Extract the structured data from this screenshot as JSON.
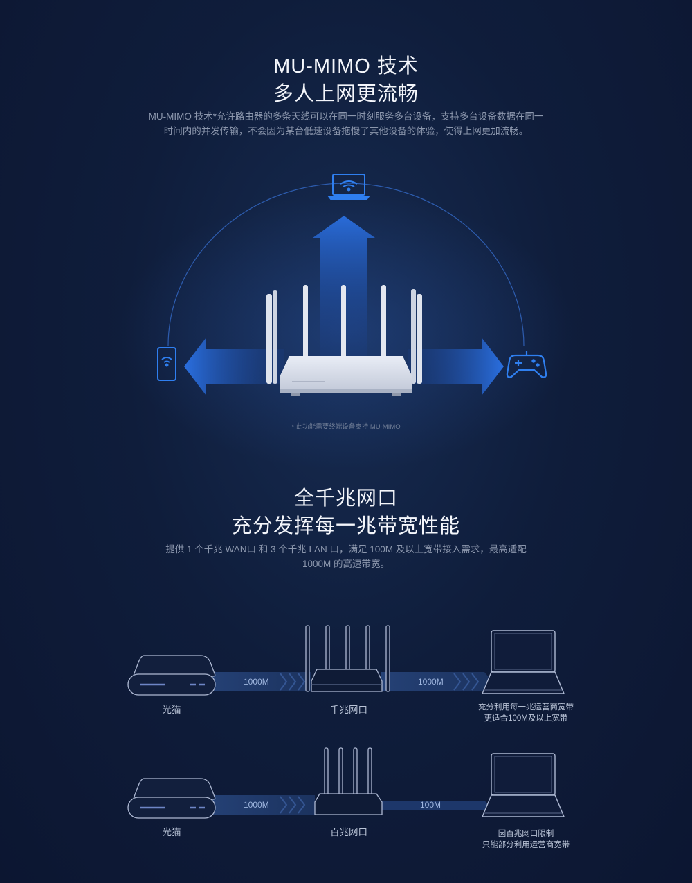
{
  "section_mimo": {
    "title_line1": "MU-MIMO 技术",
    "title_line2": "多人上网更流畅",
    "desc_line1": "MU-MIMO 技术*允许路由器的多条天线可以在同一时刻服务多台设备，支持多台设备数据在同一",
    "desc_line2": "时间内的并发传输，不会因为某台低速设备拖慢了其他设备的体验，使得上网更加流畅。",
    "footnote": "* 此功能需要终端设备支持 MU-MIMO",
    "icons": [
      "laptop-wifi-icon",
      "phone-wifi-icon",
      "gamepad-icon",
      "router"
    ],
    "accent_color": "#2a6fe0"
  },
  "section_gigabit": {
    "title_line1": "全千兆网口",
    "title_line2": "充分发挥每一兆带宽性能",
    "desc_line1": "提供 1 个千兆 WAN口 和 3 个千兆 LAN 口，满足 100M 及以上宽带接入需求，最高适配",
    "desc_line2": "1000M 的高速带宽。",
    "row_gigabit": {
      "modem_label": "光猫",
      "router_label": "千兆网口",
      "rate_left": "1000M",
      "rate_right": "1000M",
      "result_line1": "充分利用每一兆运营商宽带",
      "result_line2": "更适合100M及以上宽带"
    },
    "row_100m": {
      "modem_label": "光猫",
      "router_label": "百兆网口",
      "rate_left": "1000M",
      "rate_right": "100M",
      "result_line1": "因百兆网口限制",
      "result_line2": "只能部分利用运营商宽带"
    }
  }
}
